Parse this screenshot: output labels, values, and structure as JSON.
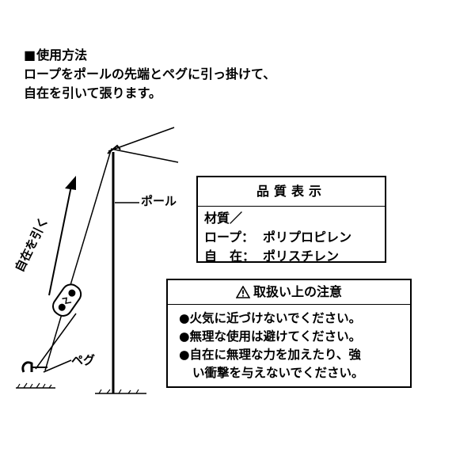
{
  "usage": {
    "heading": "使用方法",
    "line1": "ロープをポールの先端とペグに引っ掛けて、",
    "line2": "自在を引いて張ります。"
  },
  "diagram": {
    "pole_label": "ポール",
    "peg_label": "ペグ",
    "pull_label": "自在を引く"
  },
  "quality": {
    "title": "品質表示",
    "material_label": "材質／",
    "rope_label": "ロープ：",
    "rope_value": "ポリプロピレン",
    "slider_label": "自　在：",
    "slider_value": "ポリスチレン"
  },
  "caution": {
    "title": "取扱い上の注意",
    "items": [
      "火気に近づけないでください。",
      "無理な使用は避けてください。",
      "自在に無理な力を加えたり、強"
    ],
    "item3_cont": "い衝撃を与えないでください。"
  }
}
